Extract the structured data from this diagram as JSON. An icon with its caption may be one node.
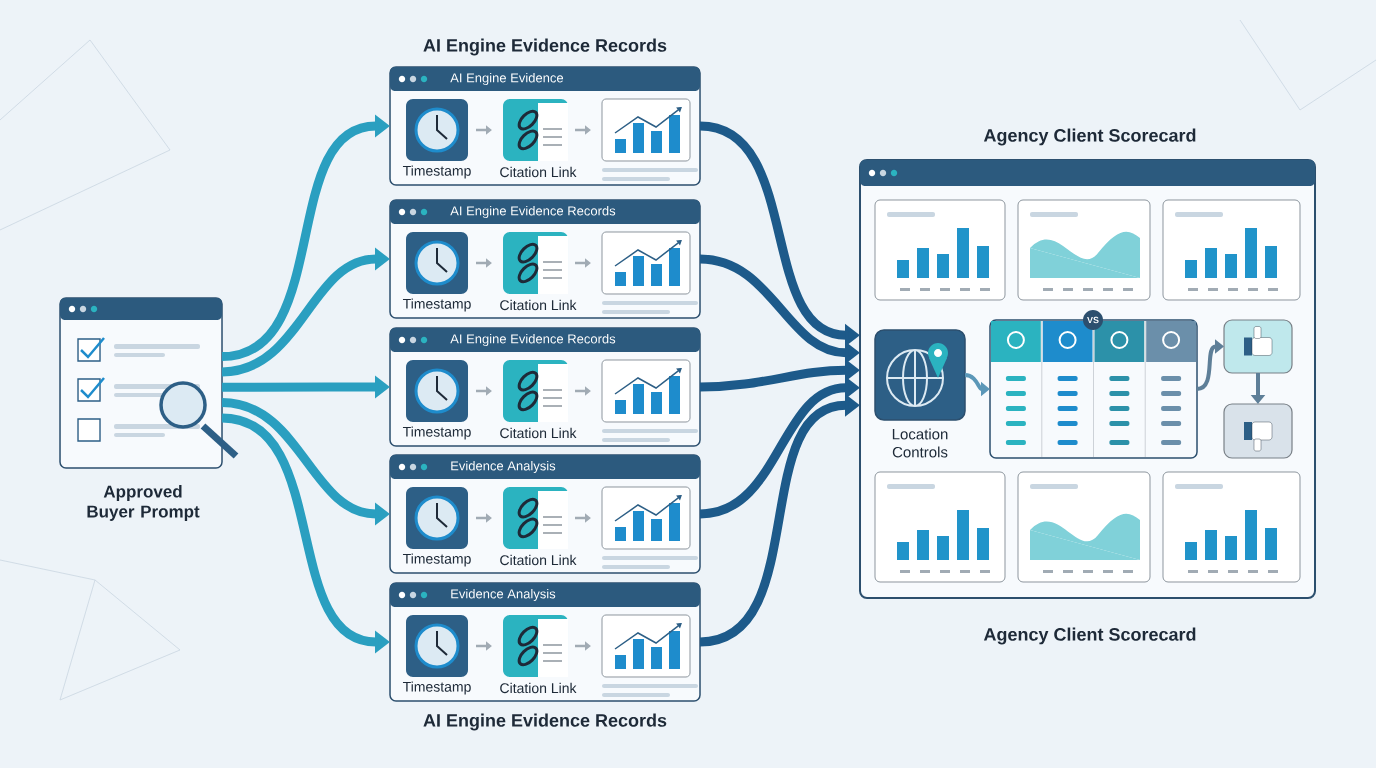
{
  "diagram": {
    "nodes": [
      {
        "text": [
          "Approved Buyer Prompt"
        ]
      },
      {
        "text": [
          "AI Engine Evidence",
          "Timestamp",
          "Citation Link"
        ]
      },
      {
        "text": [
          "AI Engine Evidence Records",
          "Timestamp",
          "Citation Link"
        ]
      },
      {
        "text": [
          "AI Engine Evidence Records",
          "Timestamp",
          "Citation Link"
        ]
      },
      {
        "text": [
          "Evidence Analysis",
          "Timestamp",
          "Citation Link"
        ]
      },
      {
        "text": [
          "Evidence Analysis",
          "Timestamp",
          "Citation Link"
        ]
      },
      {
        "text": [
          "Agency Client Scorecard"
        ],
        "beside": [
          "Agency Client Scorecard"
        ]
      },
      {
        "text": [
          "Location Controls"
        ],
        "in": 6
      },
      {
        "text": [
          "VS"
        ],
        "in": 6
      },
      {
        "text": [],
        "shape": "box",
        "in": 6
      },
      {
        "text": [],
        "shape": "box",
        "in": 6
      }
    ],
    "edges": [
      {
        "from": 0,
        "to": 1,
        "arrow": "to",
        "color": "#2a9fc0"
      },
      {
        "from": 0,
        "to": 2,
        "arrow": "to",
        "color": "#2a9fc0"
      },
      {
        "from": 0,
        "to": 3,
        "arrow": "to",
        "color": "#2a9fc0"
      },
      {
        "from": 0,
        "to": 4,
        "arrow": "to",
        "color": "#2a9fc0"
      },
      {
        "from": 0,
        "to": 5,
        "arrow": "to",
        "color": "#2a9fc0"
      },
      {
        "from": 1,
        "to": 6,
        "arrow": "to",
        "color": "#1d5a8a"
      },
      {
        "from": 2,
        "to": 6,
        "arrow": "to",
        "color": "#1d5a8a"
      },
      {
        "from": 3,
        "to": 6,
        "arrow": "to",
        "color": "#1d5a8a"
      },
      {
        "from": 4,
        "to": 6,
        "arrow": "to",
        "color": "#1d5a8a"
      },
      {
        "from": 5,
        "to": 6,
        "arrow": "to",
        "color": "#1d5a8a"
      },
      {
        "from": 7,
        "to": 8,
        "arrow": "to",
        "color": "#5b97b8"
      },
      {
        "from": 8,
        "to": 9,
        "arrow": "to",
        "color": "#5e7f98"
      },
      {
        "from": 9,
        "to": 10,
        "arrow": "to",
        "color": "#5e7f98"
      }
    ],
    "labels": [
      "AI Engine Evidence Records",
      "AI Engine Evidence Records"
    ]
  }
}
